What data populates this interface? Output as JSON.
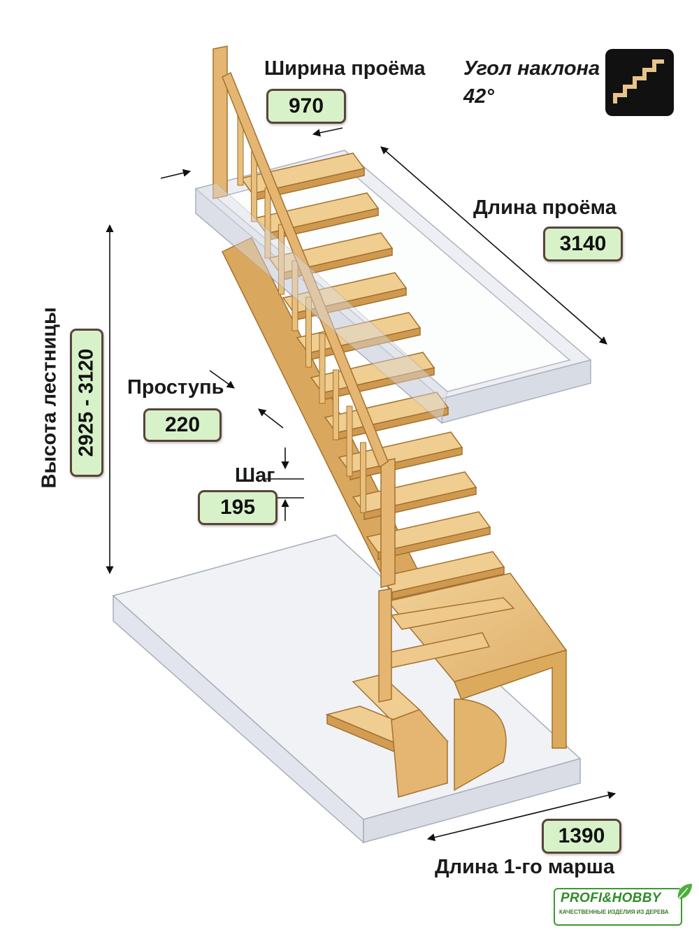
{
  "opening_width": {
    "label": "Ширина проёма",
    "value": "970"
  },
  "slope_angle": {
    "label": "Угол наклона",
    "value": "42°",
    "icon": "stairs-icon"
  },
  "opening_length": {
    "label": "Длина проёма",
    "value": "3140"
  },
  "stair_height": {
    "label": "Высота лестницы",
    "value": "2925 - 3120"
  },
  "tread": {
    "label": "Проступь",
    "value": "220"
  },
  "step": {
    "label": "Шаг",
    "value": "195"
  },
  "first_flight": {
    "label": "Длина 1-го марша",
    "value": "1390"
  },
  "logo": {
    "name": "PROFI&HOBBY",
    "tagline": "КАЧЕСТВЕННЫЕ ИЗДЕЛИЯ ИЗ ДЕРЕВА"
  },
  "colors": {
    "wood": "#e8c07e",
    "wood_dark": "#c78f45",
    "value_box": "#d7f2c9",
    "box_border": "#5a4339",
    "glass": "#d9dde6",
    "logo_green": "#2e8b2a"
  }
}
